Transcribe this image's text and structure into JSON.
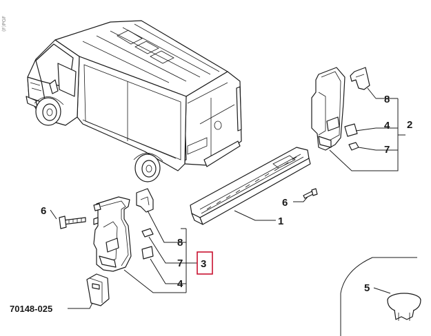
{
  "diagram": {
    "drawing_code": "70148-025",
    "corner_stamp": "(F)PGF",
    "callouts": [
      {
        "id": "c1",
        "text": "1"
      },
      {
        "id": "c2",
        "text": "2"
      },
      {
        "id": "c3",
        "text": "3",
        "highlighted": true
      },
      {
        "id": "c4a",
        "text": "4"
      },
      {
        "id": "c4b",
        "text": "4"
      },
      {
        "id": "c5",
        "text": "5"
      },
      {
        "id": "c6a",
        "text": "6"
      },
      {
        "id": "c6b",
        "text": "6"
      },
      {
        "id": "c7a",
        "text": "7"
      },
      {
        "id": "c7b",
        "text": "7"
      },
      {
        "id": "c8a",
        "text": "8"
      },
      {
        "id": "c8b",
        "text": "8"
      }
    ],
    "highlight_color": "#c8102e"
  }
}
